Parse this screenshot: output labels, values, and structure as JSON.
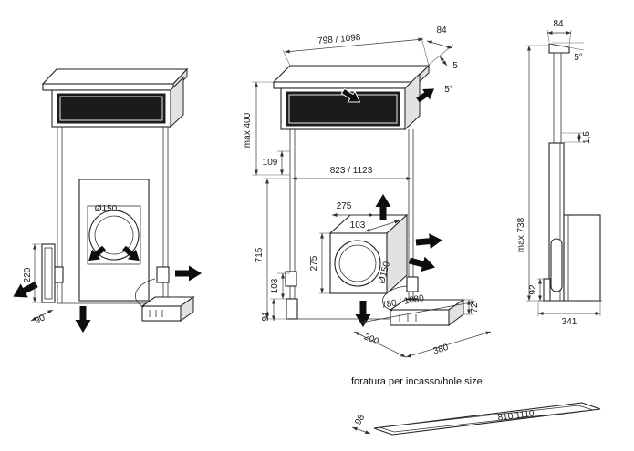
{
  "front": {
    "d220": "220",
    "d90": "90",
    "d150": "Ø150"
  },
  "persp": {
    "topWidth": "798 / 1098",
    "d84": "84",
    "d5": "5",
    "angleTop": "5°",
    "angleScreen": "5°",
    "max400": "max 400",
    "d109": "109",
    "midWidth": "823 / 1123",
    "d275top": "275",
    "d103top": "103",
    "d275side": "275",
    "d150": "Ø150",
    "d715": "715",
    "d103side": "103",
    "d91": "91",
    "bottomWidth": "780 / 1080",
    "d72": "72",
    "d200": "200",
    "d380": "380"
  },
  "side": {
    "d84": "84",
    "angle": "5°",
    "d15": "1,5",
    "max738": "max 738",
    "d92": "92",
    "d341": "341"
  },
  "hole": {
    "label": "foratura per incasso/hole size",
    "width": "810/1110",
    "depth": "98"
  }
}
